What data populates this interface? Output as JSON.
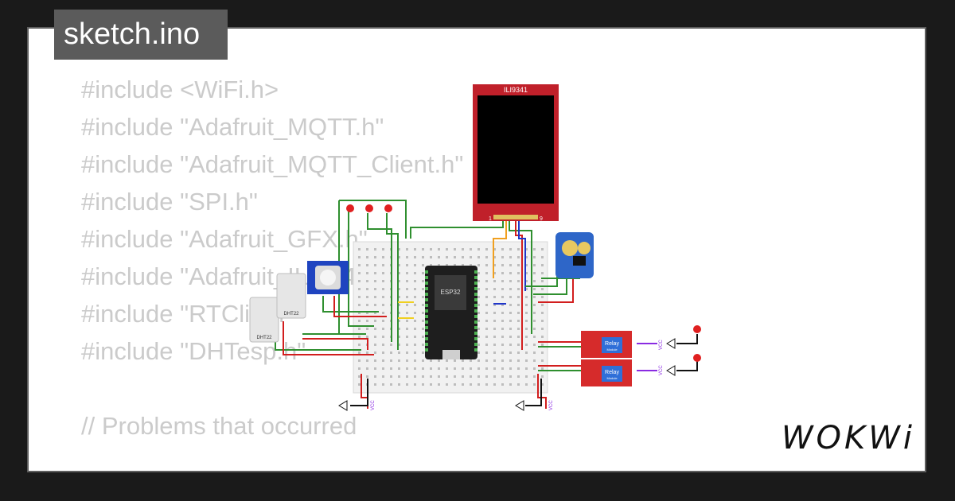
{
  "project": {
    "file_name": "sketch.ino"
  },
  "code_lines": [
    "#include <WiFi.h>",
    "#include \"Adafruit_MQTT.h\"",
    "#include \"Adafruit_MQTT_Client.h\"",
    "#include \"SPI.h\"",
    "#include \"Adafruit_GFX.h\"",
    "#include \"Adafruit_ILI9341.h\"",
    "#include \"RTClib.h\"",
    "#include \"DHTesp.h\"",
    "",
    "// Problems that occurred"
  ],
  "components": {
    "display_label": "ILI9341",
    "display_pin_first": "1",
    "display_pin_last": "9",
    "mcu_label": "ESP32",
    "relay_label": "Relay",
    "relay_sub": "Module",
    "dht_label_1": "DHT22",
    "dht_label_2": "DHT22",
    "power_label": "VCC"
  },
  "brand": {
    "logo_text": "WOKWi"
  },
  "colors": {
    "background": "#1a1a1a",
    "paper": "#ffffff",
    "tab": "#5b5b5b",
    "code_text": "#cbcbcb",
    "display_board": "#c0202a",
    "relay_board": "#d62b2b",
    "rtc_board": "#2e66c8",
    "mcu_board": "#1e1e1e",
    "wire_green": "#2f8f2f",
    "wire_red": "#d21e1e",
    "wire_blue": "#1f35c8",
    "wire_orange": "#f0a020"
  }
}
